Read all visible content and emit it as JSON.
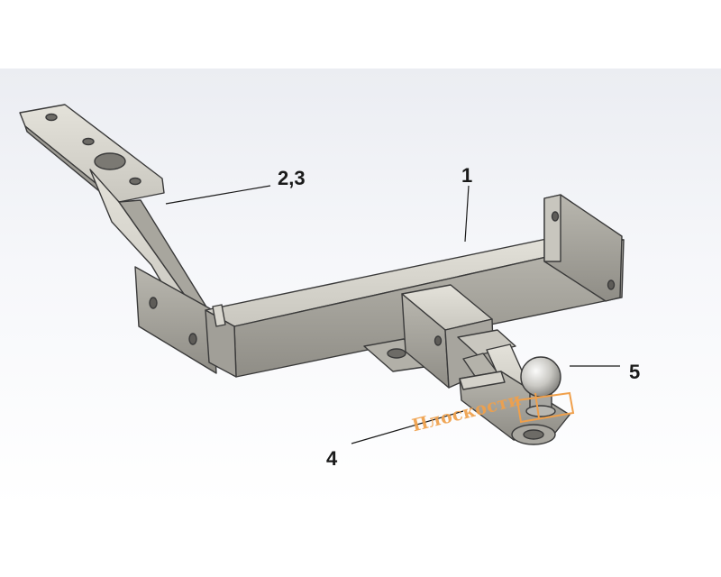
{
  "callouts": {
    "part1": "1",
    "part23": "2,3",
    "part4": "4",
    "part5": "5"
  },
  "watermark": "Плоскости",
  "colors": {
    "metal_light": "#d7d5cd",
    "metal_mid": "#b8b6ae",
    "metal_dark": "#8f8d86",
    "outline": "#3a3a3a",
    "watermark": "#f0a04b"
  }
}
